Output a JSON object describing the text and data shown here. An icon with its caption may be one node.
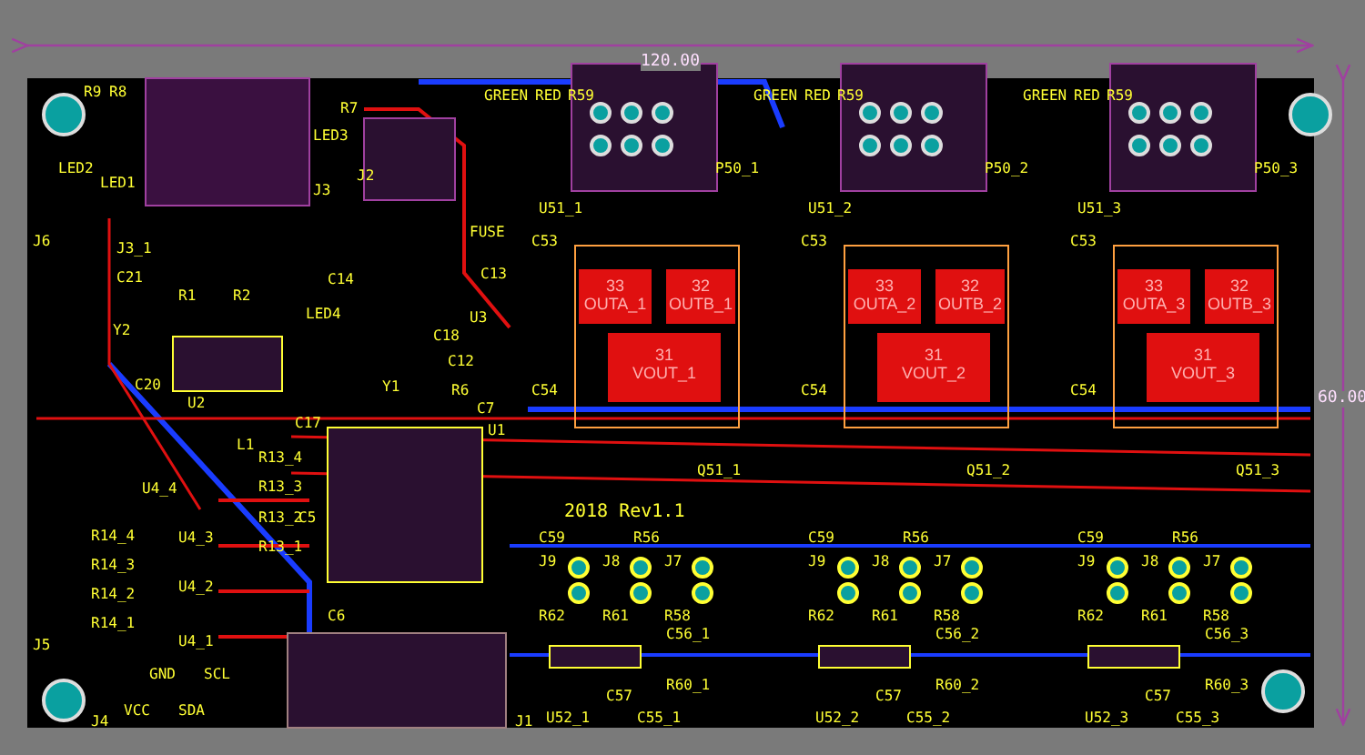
{
  "diagram": {
    "labels": [
      "120.00",
      "60.00",
      "R9",
      "R8",
      "LED2",
      "LED1",
      "J3",
      "R7",
      "LED3",
      "J2",
      "FUSE",
      "J3_1",
      "J6",
      "C21",
      "R1",
      "R2",
      "C14",
      "LED4",
      "C13",
      "U3",
      "C18",
      "C12",
      "R6",
      "C7",
      "Y2",
      "U2",
      "C20",
      "Y1",
      "C17",
      "L1",
      "U1",
      "C5",
      "C6",
      "R13_4",
      "R13_3",
      "R13_2",
      "R13_1",
      "U4_4",
      "U4_3",
      "U4_2",
      "U4_1",
      "R14_4",
      "R14_3",
      "R14_2",
      "R14_1",
      "J5",
      "GND",
      "SCL",
      "VCC",
      "SDA",
      "J4",
      "J1",
      "2018 Rev1.1",
      "GREEN",
      "RED",
      "R59",
      "P50_1",
      "U51_1",
      "C53",
      "C54",
      "33 OUTA_1",
      "32 OUTB_1",
      "31 VOUT_1",
      "Q51_1",
      "C59",
      "R56",
      "J9",
      "J8",
      "J7",
      "R62",
      "R61",
      "R58",
      "C56_1",
      "R60_1",
      "U52_1",
      "C57",
      "C55_1",
      "GREEN",
      "RED",
      "R59",
      "P50_2",
      "U51_2",
      "C53",
      "C54",
      "33 OUTA_2",
      "32 OUTB_2",
      "31 VOUT_2",
      "Q51_2",
      "C59",
      "R56",
      "J9",
      "J8",
      "J7",
      "R62",
      "R61",
      "R58",
      "C56_2",
      "R60_2",
      "U52_2",
      "C57",
      "C55_2",
      "GREEN",
      "RED",
      "R59",
      "P50_3",
      "U51_3",
      "C53",
      "C54",
      "33 OUTA_3",
      "32 OUTB_3",
      "31 VOUT_3",
      "Q51_3",
      "C59",
      "R56",
      "J9",
      "J8",
      "J7",
      "R62",
      "R61",
      "R58",
      "C56_3",
      "R60_3",
      "U52_3",
      "C57",
      "C55_3"
    ]
  }
}
